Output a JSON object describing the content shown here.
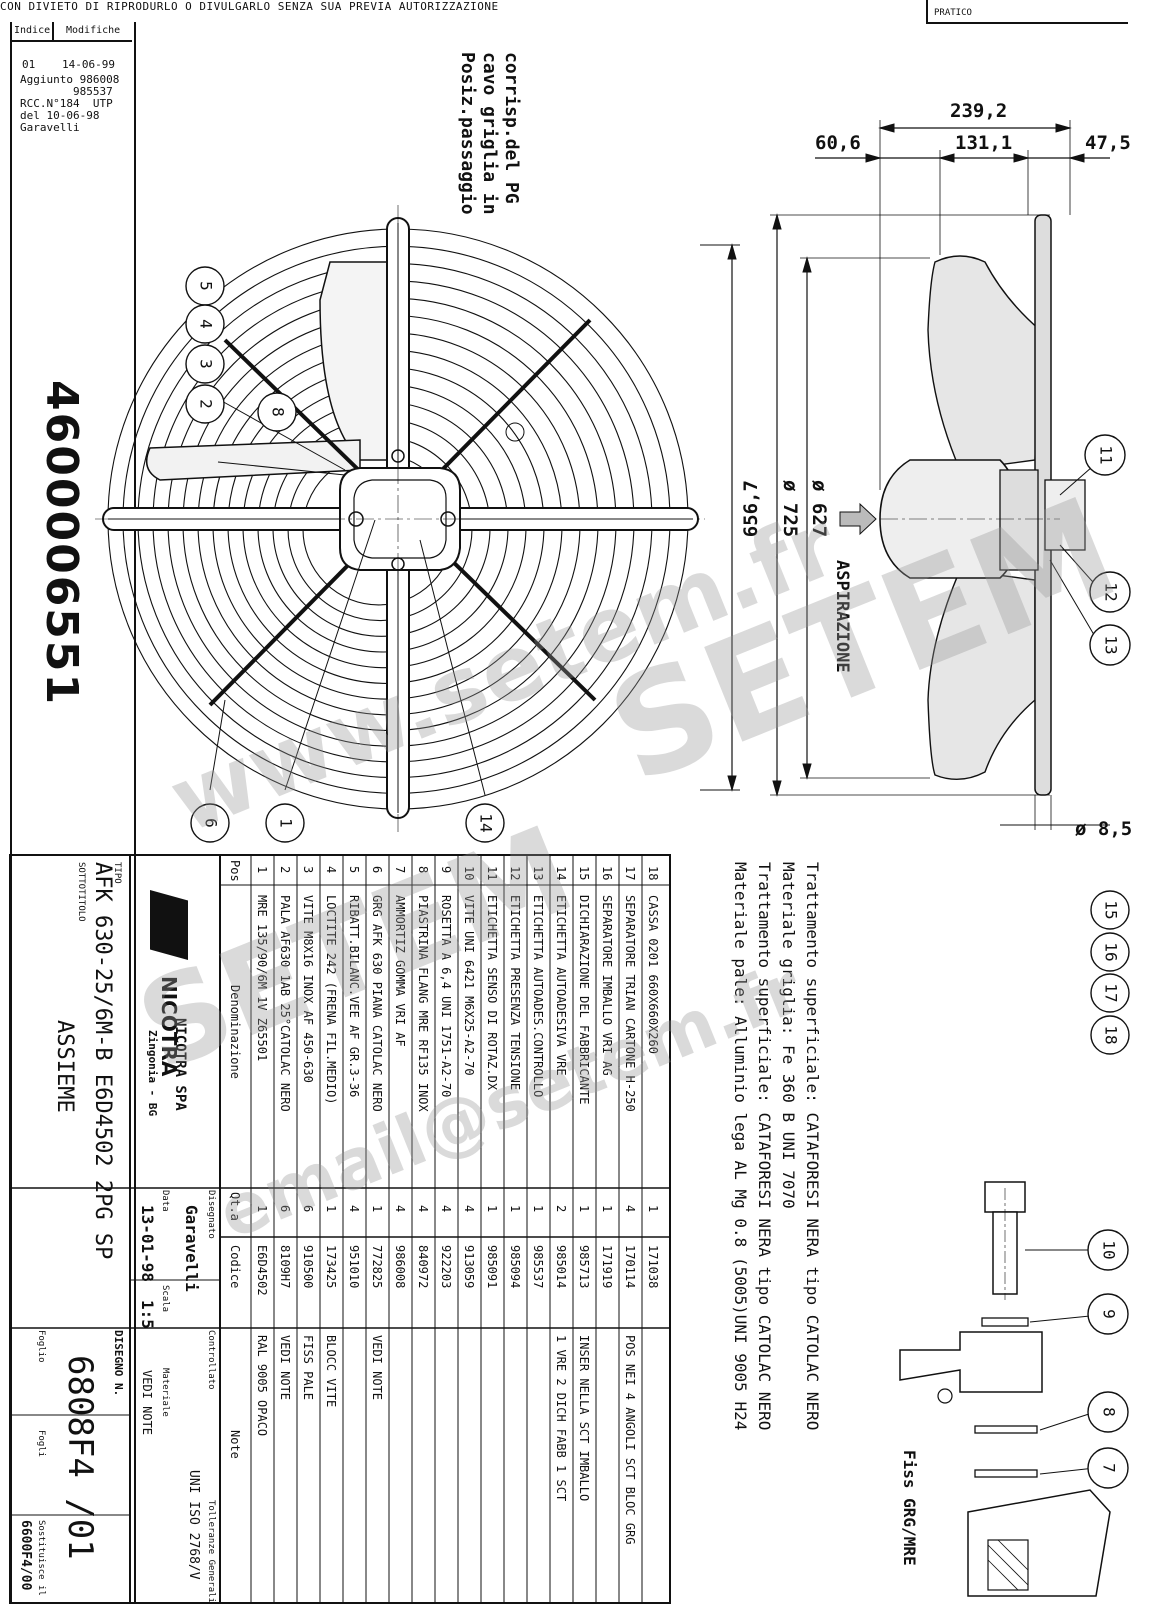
{
  "header": {
    "prohibition_note": "CON DIVIETO DI RIPRODURLO O DIVULGARLO SENZA SUA PREVIA AUTORIZZAZIONE",
    "pratico_label": "PRATICO"
  },
  "revision": {
    "col_index": "Indice",
    "col_changes": "Modifiche",
    "index": "01",
    "date": "14-06-99",
    "text": "Aggiunto 986008\n        985537\nRCC.N°184  UTP\ndel 10-06-98\nGaravelli"
  },
  "document_number": "4600006551",
  "grille_note": [
    "Posiz.passaggio",
    "cavo griglia in",
    "corrisp.del PG"
  ],
  "dimensions": {
    "total_depth": "239,2",
    "front": "60,6",
    "middle": "131,1",
    "rear": "47,5",
    "height": "656,7",
    "diameter_outer": "ø 725",
    "diameter_inner": "ø 627",
    "hole": "ø 8,5"
  },
  "aspiration_label": "ASPIRAZIONE",
  "callouts_front": [
    "5",
    "4",
    "3",
    "2",
    "8",
    "6",
    "1",
    "14"
  ],
  "callouts_side": [
    "11",
    "12",
    "13"
  ],
  "callouts_bom_group": [
    "15",
    "16",
    "17",
    "18"
  ],
  "callouts_detail": [
    "10",
    "9",
    "8",
    "7"
  ],
  "detail_label": "Fiss GRG/MRE",
  "material_notes": [
    "Materiale pale: Alluminio lega AL Mg 0.8 (5005)UNI 9005 H24",
    "Trattamento superficiale: CATAFORESI NERA tipo CATOLAC NERO",
    "Materiale griglia: Fe 360 B  UNI 7070",
    "Trattamento superficiale: CATAFORESI NERA tipo CATOLAC NERO"
  ],
  "bom": {
    "headers": {
      "pos": "Pos",
      "name": "Denominazione",
      "qty": "Qt.a",
      "code": "Codice",
      "note": "Note"
    },
    "rows": [
      {
        "pos": "18",
        "name": "CASSA 0201 660X660X260",
        "qty": "1",
        "code": "171038",
        "note": ""
      },
      {
        "pos": "17",
        "name": "SEPARATORE TRIAN CARTONE H-250",
        "qty": "4",
        "code": "170114",
        "note": "POS NEI 4 ANGOLI SCT BLOC GRG"
      },
      {
        "pos": "16",
        "name": "SEPARATORE IMBALLO VRI AG",
        "qty": "1",
        "code": "171919",
        "note": ""
      },
      {
        "pos": "15",
        "name": "DICHIARAZIONE DEL FABBRICANTE",
        "qty": "1",
        "code": "985713",
        "note": "INSER NELLA SCT IMBALLO"
      },
      {
        "pos": "14",
        "name": "ETICHETTA AUTOADESIVA VRE",
        "qty": "2",
        "code": "985014",
        "note": "1 VRE 2 DICH FABB 1 SCT"
      },
      {
        "pos": "13",
        "name": "ETICHETTA AUTOADES.CONTROLLO",
        "qty": "1",
        "code": "985537",
        "note": ""
      },
      {
        "pos": "12",
        "name": "ETICHETTA PRESENZA TENSIONE",
        "qty": "1",
        "code": "985094",
        "note": ""
      },
      {
        "pos": "11",
        "name": "ETICHETTA SENSO DI ROTAZ.DX",
        "qty": "1",
        "code": "985091",
        "note": ""
      },
      {
        "pos": "10",
        "name": "VITE UNI 6421 M6X25-A2-70",
        "qty": "4",
        "code": "913059",
        "note": ""
      },
      {
        "pos": "9",
        "name": "ROSETTA A 6,4 UNI 1751-A2-70",
        "qty": "4",
        "code": "922203",
        "note": ""
      },
      {
        "pos": "8",
        "name": "PIASTRINA FLANG MRE RF135 INOX",
        "qty": "4",
        "code": "840972",
        "note": ""
      },
      {
        "pos": "7",
        "name": "AMMORTIZ GOMMA VRI AF",
        "qty": "4",
        "code": "986008",
        "note": ""
      },
      {
        "pos": "6",
        "name": "GRG AFK 630 PIANA CATOLAC NERO",
        "qty": "1",
        "code": "772825",
        "note": "VEDI NOTE"
      },
      {
        "pos": "5",
        "name": "RIBATT.BILANC.VEE AF GR.3-36",
        "qty": "4",
        "code": "951010",
        "note": ""
      },
      {
        "pos": "4",
        "name": "LOCTITE 242 (FRENA FIL.MEDIO)",
        "qty": "1",
        "code": "173425",
        "note": "BLOCC VITE"
      },
      {
        "pos": "3",
        "name": "VITE M8X16 INOX AF 450-630",
        "qty": "6",
        "code": "910500",
        "note": "FISS PALE"
      },
      {
        "pos": "2",
        "name": "PALA AF630 1AB 25°CATOLAC NERO",
        "qty": "6",
        "code": "8109H7",
        "note": "VEDI NOTE"
      },
      {
        "pos": "1",
        "name": "MRE 135/90/6M 1V Z65501",
        "qty": "1",
        "code": "E6D4502",
        "note": "RAL 9005 OPACO"
      }
    ]
  },
  "title_block": {
    "company": "NICOTRA SPA",
    "company_sub": "Zingonia - BG",
    "logo_text": "NICOTRA",
    "tipo_label": "TIPO",
    "tipo": "AFK 630-25/6M-B E6D4502 2PG SP",
    "sottotitolo_label": "SOTTOTITOLO",
    "sottotitolo": "ASSIEME",
    "disegnato_label": "Disegnato",
    "disegnato": "Garavelli",
    "data_label": "Data",
    "data": "13-01-98",
    "controllato_label": "Controllato",
    "scala_label": "Scala",
    "scala": "1:5",
    "materiale_label": "Materiale",
    "materiale": "VEDI NOTE",
    "tolleranze_label": "Tolleranze Generali",
    "tolleranze": "UNI ISO 2768/V",
    "disegno_label": "DISEGNO N.",
    "disegno": "6808F4 /01",
    "foglio_label": "Foglio",
    "fogli_label": "Fogli",
    "sostituisce_label": "Sostituisce il",
    "sostituisce": "6600F4/00"
  },
  "watermarks": [
    "SETEM",
    "www.setem.fr",
    "email@setem.fr"
  ],
  "colors": {
    "line": "#111111",
    "watermark": "#a0a0a0",
    "background": "#ffffff"
  }
}
